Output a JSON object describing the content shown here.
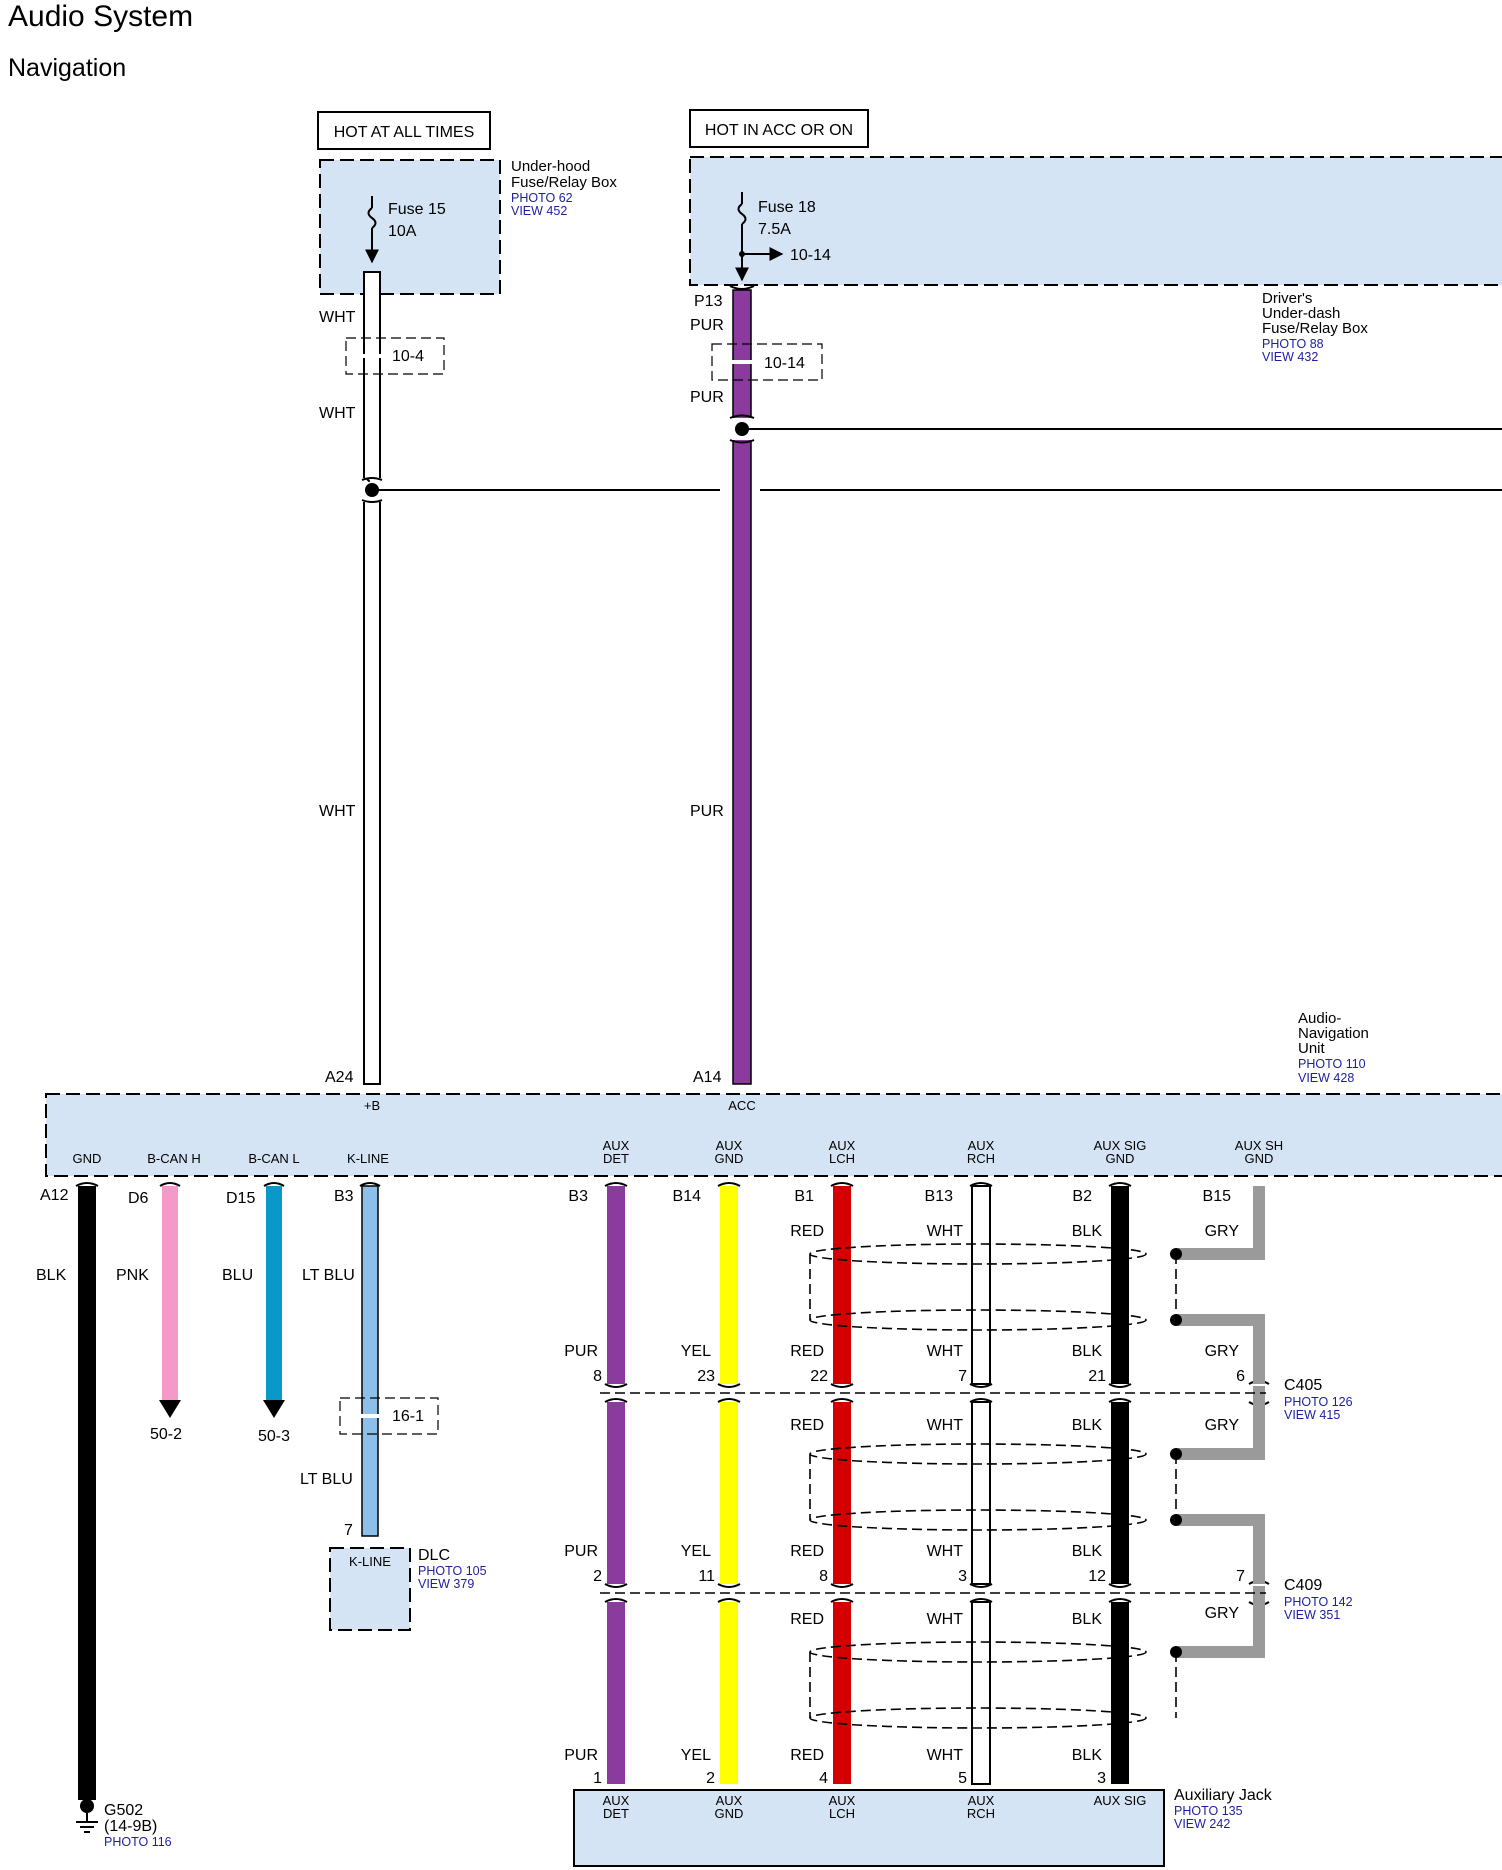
{
  "header": {
    "title": "Audio System",
    "subtitle": "Navigation"
  },
  "supply": {
    "hot_all": {
      "label": "HOT AT ALL TIMES"
    },
    "hot_acc": {
      "label": "HOT IN ACC OR ON"
    },
    "underhood_box": {
      "name_line1": "Under-hood",
      "name_line2": "Fuse/Relay Box",
      "photo": "PHOTO 62",
      "view": "VIEW 452"
    },
    "fuse15": {
      "name": "Fuse 15",
      "rating": "10A"
    },
    "fuse18": {
      "name": "Fuse 18",
      "rating": "7.5A",
      "branch": "10-14"
    },
    "driver_box": {
      "line1": "Driver's",
      "line2": "Under-dash",
      "line3": "Fuse/Relay Box",
      "photo": "PHOTO 88",
      "view": "VIEW 432"
    },
    "wire_plus_b": {
      "color_1": "WHT",
      "color_2": "WHT",
      "color_3": "WHT",
      "splice": "10-4",
      "pin": "A24"
    },
    "wire_acc": {
      "terminal": "P13",
      "color_1": "PUR",
      "color_2": "PUR",
      "color_3": "PUR",
      "splice": "10-14",
      "pin": "A14"
    }
  },
  "unit": {
    "name_line1": "Audio-",
    "name_line2": "Navigation",
    "name_line3": "Unit",
    "photo": "PHOTO 110",
    "view": "VIEW 428",
    "top_pins": [
      "+B",
      "ACC"
    ],
    "bottom_pins": [
      "GND",
      "B-CAN H",
      "B-CAN L",
      "K-LINE"
    ],
    "aux_pins": [
      [
        "AUX",
        "DET"
      ],
      [
        "AUX",
        "GND"
      ],
      [
        "AUX",
        "LCH"
      ],
      [
        "AUX",
        "RCH"
      ],
      [
        "AUX SIG",
        "GND"
      ],
      [
        "AUX SH",
        "GND"
      ]
    ]
  },
  "left_wires": {
    "gnd": {
      "pin": "A12",
      "color": "BLK",
      "ground": "G502",
      "ground_ref": "(14-9B)",
      "photo": "PHOTO 116"
    },
    "bcanh": {
      "pin": "D6",
      "color": "PNK",
      "ref": "50-2"
    },
    "bcanl": {
      "pin": "D15",
      "color": "BLU",
      "ref": "50-3"
    },
    "kline": {
      "pin": "B3",
      "color": "LT BLU",
      "color_2": "LT BLU",
      "splice": "16-1",
      "dlc_pin": "7"
    }
  },
  "dlc": {
    "name": "DLC",
    "pin_label": "K-LINE",
    "photo": "PHOTO 105",
    "view": "VIEW 379"
  },
  "aux_wires": [
    {
      "top_pin": "B3",
      "color": "PUR",
      "c405_pin": "8",
      "c409_pin": "2",
      "jack_pin": "1",
      "mid_colors": [
        "",
        ""
      ]
    },
    {
      "top_pin": "B14",
      "color": "YEL",
      "c405_pin": "23",
      "c409_pin": "11",
      "jack_pin": "2",
      "mid_colors": [
        "",
        ""
      ]
    },
    {
      "top_pin": "B1",
      "color": "RED",
      "c405_pin": "22",
      "c409_pin": "8",
      "jack_pin": "4",
      "mid_colors": [
        "RED",
        "RED"
      ]
    },
    {
      "top_pin": "B13",
      "color": "WHT",
      "c405_pin": "7",
      "c409_pin": "3",
      "jack_pin": "5",
      "mid_colors": [
        "WHT",
        "WHT"
      ]
    },
    {
      "top_pin": "B2",
      "color": "BLK",
      "c405_pin": "21",
      "c409_pin": "12",
      "jack_pin": "3",
      "mid_colors": [
        "BLK",
        "BLK"
      ]
    },
    {
      "top_pin": "B15",
      "color": "GRY",
      "c405_pin": "6",
      "c409_pin": "7",
      "jack_pin": "",
      "mid_colors": [
        "GRY",
        "GRY"
      ]
    }
  ],
  "connectors": {
    "c405": {
      "name": "C405",
      "photo": "PHOTO 126",
      "view": "VIEW 415"
    },
    "c409": {
      "name": "C409",
      "photo": "PHOTO 142",
      "view": "VIEW 351"
    }
  },
  "aux_jack": {
    "name": "Auxiliary Jack",
    "photo": "PHOTO 135",
    "view": "VIEW 242",
    "pins": [
      [
        "AUX",
        "DET"
      ],
      [
        "AUX",
        "GND"
      ],
      [
        "AUX",
        "LCH"
      ],
      [
        "AUX",
        "RCH"
      ],
      [
        "AUX SIG",
        ""
      ]
    ]
  },
  "colors": {
    "box_fill": "#d5e4f4",
    "ref_text": "#1e1ea0",
    "wire_pur": "#8b3a9e",
    "wire_yel": "#ffff00",
    "wire_red": "#d40000",
    "wire_blk": "#000000",
    "wire_gry": "#9a9a9a",
    "wire_pnk": "#f59ac8",
    "wire_blu": "#0a98c8",
    "wire_ltblu": "#8cc0ea",
    "wire_wht": "#ffffff"
  }
}
